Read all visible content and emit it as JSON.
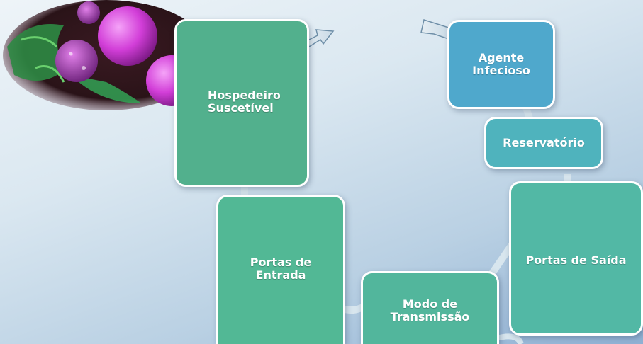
{
  "diagram": {
    "nodes": {
      "hospedeiro": "Hospedeiro\nSuscetível",
      "agente": "Agente\nInfecioso",
      "reservatorio": "Reservatório",
      "portas_saida": "Portas de Saída",
      "modo_transmissao": "Modo de\nTransmissão",
      "portas_entrada": "Portas de\nEntrada"
    }
  },
  "colors": {
    "green_node": "#52b08d",
    "blue_node": "#4fa8cc",
    "teal_node": "#4fb3bd",
    "connector": "#d8e6ee"
  },
  "image": {
    "subject": "bacteria-micrograph"
  }
}
